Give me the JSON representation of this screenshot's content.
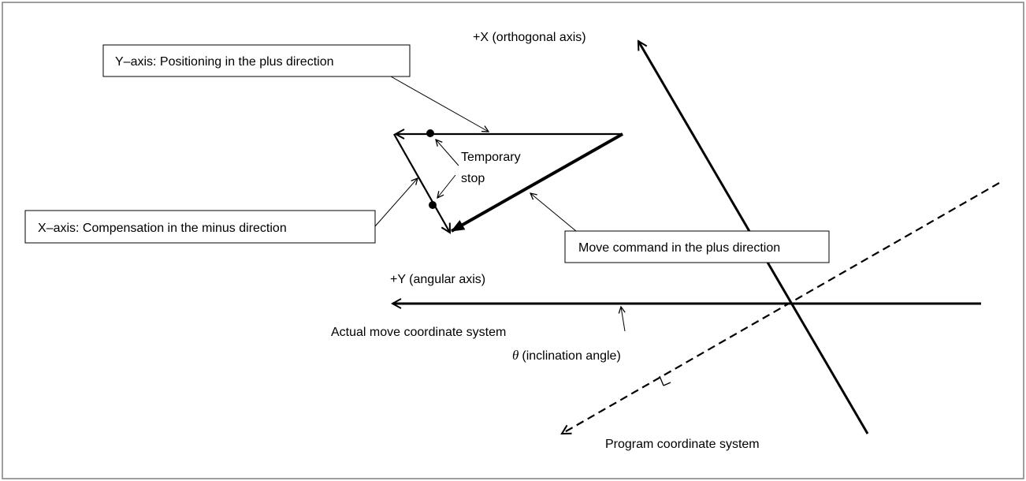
{
  "labels": {
    "y_axis_box": "Y–axis: Positioning in the plus direction",
    "x_axis_box": "X–axis: Compensation in the minus direction",
    "move_command_box": "Move command in the plus direction",
    "temporary_stop_line1": "Temporary",
    "temporary_stop_line2": "stop",
    "plus_x_axis": "+X (orthogonal axis)",
    "plus_y_axis": "+Y (angular axis)",
    "actual_system": "Actual move coordinate system",
    "theta_symbol": "θ",
    "inclination_angle": "(inclination angle)",
    "program_system": "Program coordinate system"
  }
}
